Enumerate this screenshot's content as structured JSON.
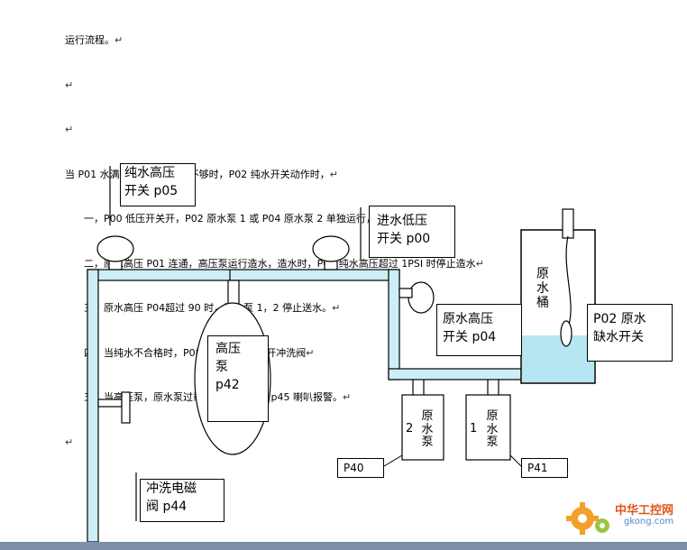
{
  "document": {
    "lines": [
      "运行流程。",
      "",
      "",
      "当 P01 水满开关连通，纯水不够时，P02 纯水开关动作时，",
      "一，P00 低压开关开，P02 原水泵 1 或 P04 原水泵 2 单独运行，",
      "二，原水高压 P01 连通，高压泵运行造水，造水时，P05 纯水高压超过 1PSI 时停止造水",
      "三，原水高压 P04超过 90 时，原水泵 1，2 停止送水。",
      "四，当纯水不合格时，P08 控制 P44，打开冲洗阀",
      "五，当高压泵，原水泵过载或 p01 缺水时 p45 喇叭报警。"
    ],
    "para_mark": "↵"
  },
  "diagram": {
    "pure_water_hp_switch": [
      "纯水高压",
      "开关 p05"
    ],
    "inlet_lp_switch": [
      "进水低压",
      "开关 p00"
    ],
    "raw_water_hp_switch": [
      "原水高压",
      "开关 p04"
    ],
    "hp_pump": [
      "高压",
      "泵",
      "p42"
    ],
    "raw_tank": [
      "原",
      "水",
      "桶"
    ],
    "raw_low_switch": [
      "P02 原水",
      "缺水开关"
    ],
    "flush_valve": [
      "冲洗电磁",
      "阀 p44"
    ],
    "pump2": {
      "num": "2",
      "name": [
        "原",
        "水",
        "泵"
      ],
      "tag": "P40"
    },
    "pump1": {
      "num": "1",
      "name": [
        "原",
        "水",
        "泵"
      ],
      "tag": "P41"
    }
  },
  "watermark": {
    "cn": "中华工控网",
    "en": "gkong.com"
  },
  "colors": {
    "pipe": "#cdeef6",
    "water": "#b6e6f2"
  }
}
